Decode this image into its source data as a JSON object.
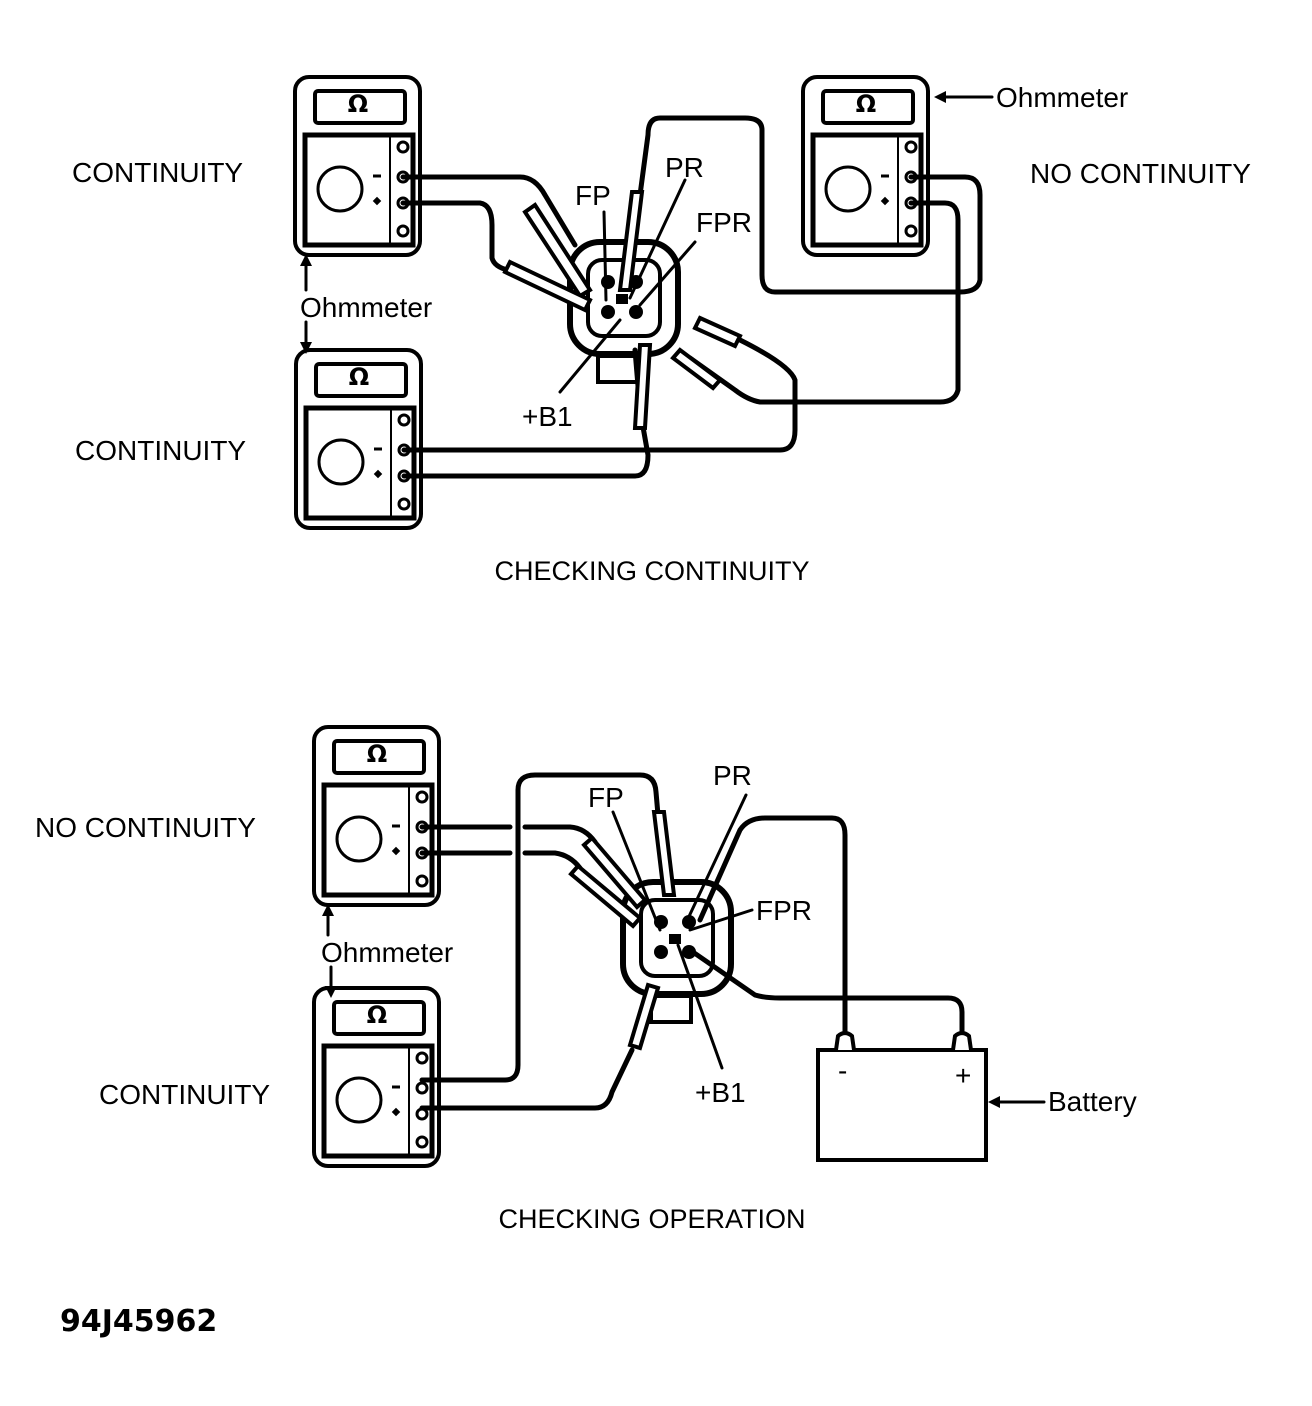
{
  "figure_code": "94J45962",
  "panels": [
    {
      "caption": "CHECKING CONTINUITY",
      "meters": [
        {
          "label": "CONTINUITY",
          "display_symbol": "Ω"
        },
        {
          "label": "CONTINUITY",
          "display_symbol": "Ω"
        },
        {
          "label": "NO CONTINUITY",
          "display_symbol": "Ω"
        }
      ],
      "meter_callouts": [
        "Ohmmeter",
        "Ohmmeter"
      ],
      "terminals": [
        "FP",
        "PR",
        "FPR",
        "+B1"
      ]
    },
    {
      "caption": "CHECKING OPERATION",
      "meters": [
        {
          "label": "NO CONTINUITY",
          "display_symbol": "Ω"
        },
        {
          "label": "CONTINUITY",
          "display_symbol": "Ω"
        }
      ],
      "meter_callouts": [
        "Ohmmeter"
      ],
      "terminals": [
        "FP",
        "PR",
        "FPR",
        "+B1"
      ],
      "battery": {
        "label": "Battery",
        "neg": "-",
        "pos": "+"
      }
    }
  ]
}
